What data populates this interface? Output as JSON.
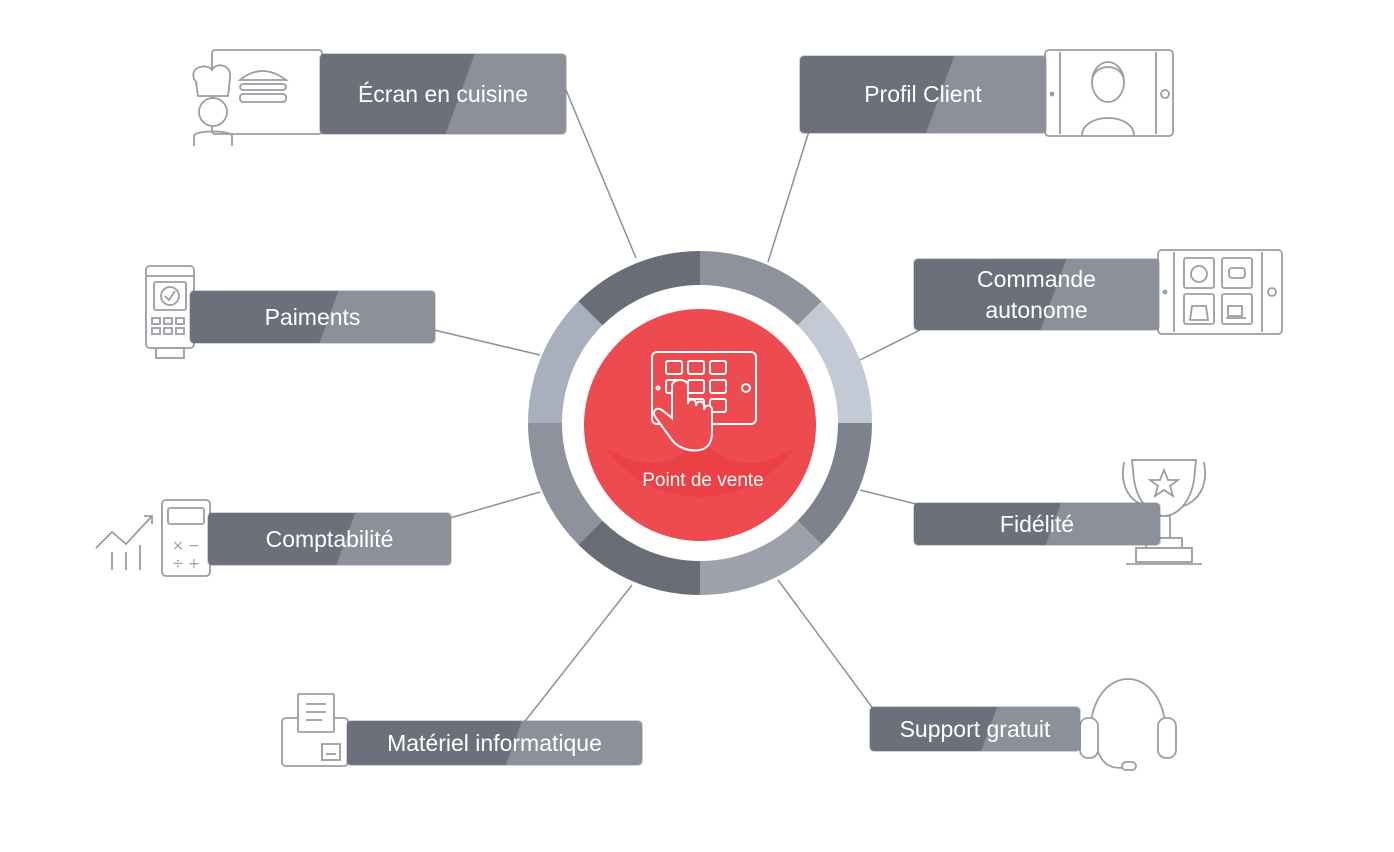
{
  "hub": {
    "label": "Point de vente",
    "icon": "tablet-touch-icon"
  },
  "nodes": [
    {
      "key": "ecran-en-cuisine",
      "label": "Écran en cuisine",
      "icon": "chef-screen-icon"
    },
    {
      "key": "profil-client",
      "label": "Profil Client",
      "icon": "customer-profile-icon"
    },
    {
      "key": "paiments",
      "label": "Paiments",
      "icon": "payment-terminal-icon"
    },
    {
      "key": "commande-autonome",
      "label": "Commande autonome",
      "icon": "self-order-kiosk-icon"
    },
    {
      "key": "comptabilite",
      "label": "Comptabilité",
      "icon": "calculator-chart-icon"
    },
    {
      "key": "fidelite",
      "label": "Fidélité",
      "icon": "trophy-icon"
    },
    {
      "key": "materiel-informatique",
      "label": "Matériel informatique",
      "icon": "printer-icon"
    },
    {
      "key": "support-gratuit",
      "label": "Support gratuit",
      "icon": "headset-icon"
    }
  ],
  "colors": {
    "hub_red": "#ee4b50",
    "label_dark": "#6c707a",
    "label_light": "#8c9099",
    "ring_dark": "#686d76",
    "ring_mid": "#8d929c",
    "ring_light": "#a8b0bd",
    "ring_pale": "#c3cad6",
    "icon_stroke": "#9a9da3"
  }
}
